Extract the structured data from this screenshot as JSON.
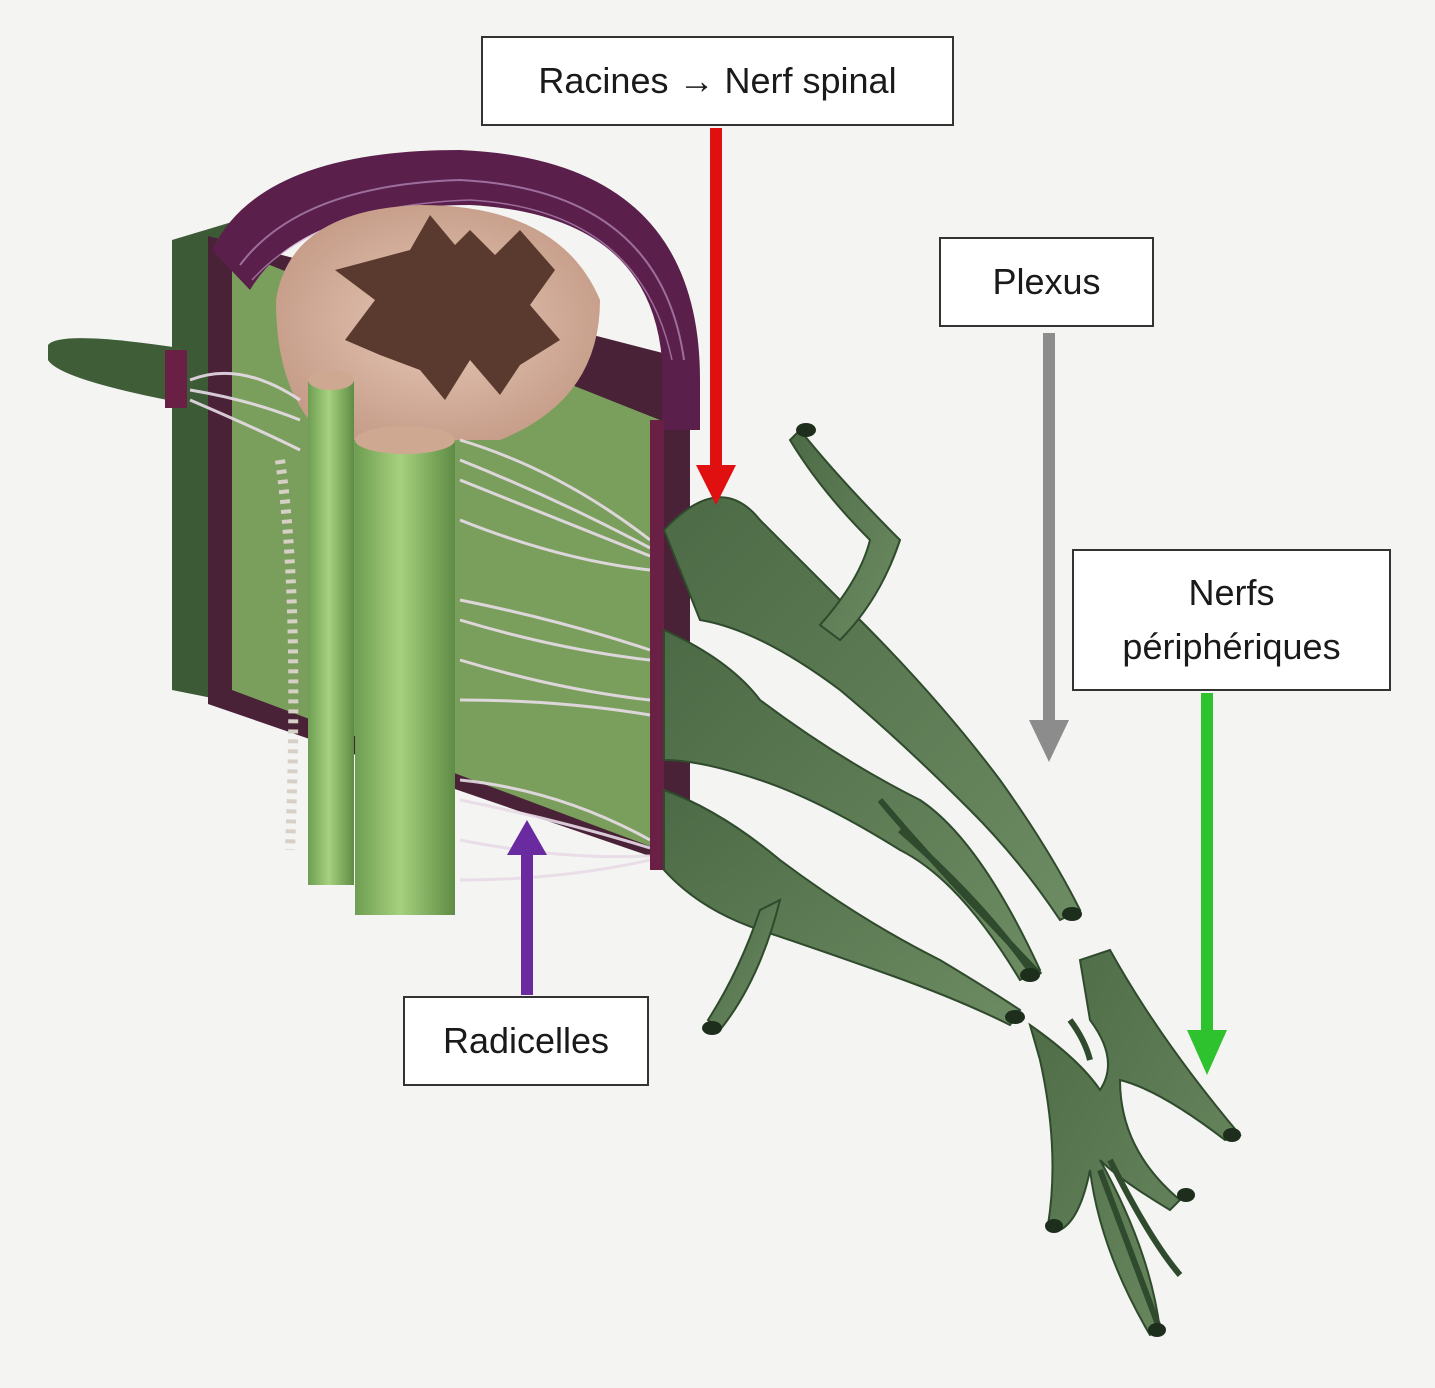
{
  "labels": {
    "racines": {
      "part1": "Racines",
      "arrow_glyph": "→",
      "part2": "Nerf spinal",
      "arrow_color": "#e01010"
    },
    "plexus": {
      "text": "Plexus",
      "arrow_color": "#8c8c8c"
    },
    "nerfs_peripheriques": {
      "line1": "Nerfs",
      "line2": "périphériques",
      "arrow_color": "#2ec22e"
    },
    "radicelles": {
      "text": "Radicelles",
      "arrow_color": "#6a2aa0"
    }
  },
  "illustration": {
    "subject": "spinal cord segment with rootlets, spinal nerves and plexus",
    "colors": {
      "meninges": "#5a1f4a",
      "white_matter": "#d9b8a6",
      "grey_matter": "#5a3a2e",
      "cord_columns": "#8fc06a",
      "nerves": "#4f6e48",
      "nerve_dark": "#2f4a2c",
      "rootlets": "#e8dce8"
    }
  }
}
